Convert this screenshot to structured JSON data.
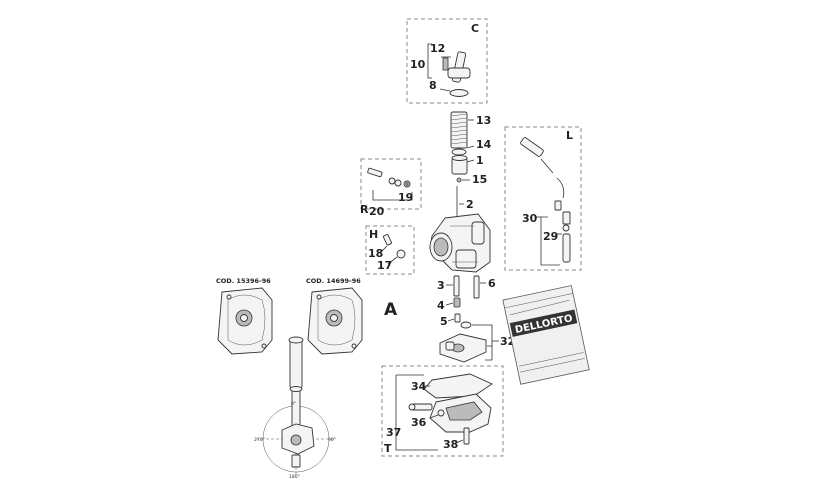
{
  "diagram": {
    "main_label": "A",
    "cod_left": "COD. 15396-96",
    "cod_right": "COD. 14699-96",
    "angles": {
      "top": "0°",
      "left": "270°",
      "right": "90°",
      "bottom": "180°"
    },
    "groups": {
      "C": "C",
      "L": "L",
      "R": "R",
      "H": "H",
      "T": "T"
    },
    "package_brand": "DELLORTO",
    "part_numbers": {
      "p1": "1",
      "p2": "2",
      "p3": "3",
      "p4": "4",
      "p5": "5",
      "p6": "6",
      "p8": "8",
      "p10": "10",
      "p12": "12",
      "p13": "13",
      "p14": "14",
      "p15": "15",
      "p17": "17",
      "p18": "18",
      "p19": "19",
      "p20": "20",
      "p29": "29",
      "p30": "30",
      "p32": "32",
      "p34": "34",
      "p36": "36",
      "p37": "37",
      "p38": "38"
    }
  }
}
